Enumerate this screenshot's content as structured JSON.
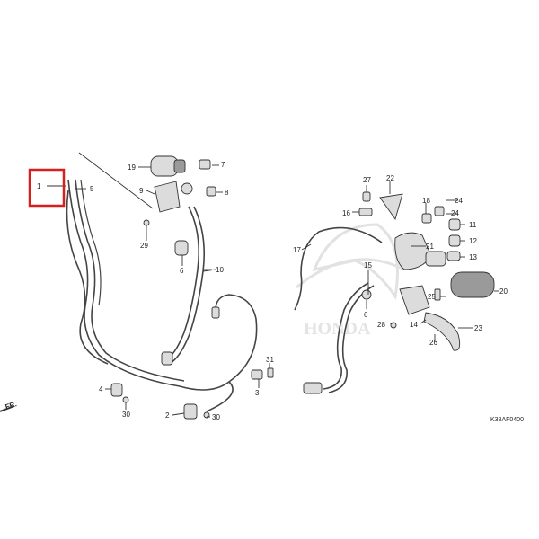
{
  "diagram": {
    "figure_code": "K38AF0400",
    "highlight_color": "#d62020",
    "labels": {
      "n1": "1",
      "n2": "2",
      "n3": "3",
      "n4": "4",
      "n5": "5",
      "n6a": "6",
      "n6b": "6",
      "n7": "7",
      "n8": "8",
      "n9": "9",
      "n10": "10",
      "n11": "11",
      "n12": "12",
      "n13": "13",
      "n14": "14",
      "n15": "15",
      "n16": "16",
      "n17": "17",
      "n18": "18",
      "n19": "19",
      "n20": "20",
      "n21": "21",
      "n22": "22",
      "n23": "23",
      "n24a": "24",
      "n24b": "24",
      "n25": "25",
      "n26": "26",
      "n27": "27",
      "n28": "28",
      "n29": "29",
      "n30a": "30",
      "n30b": "30",
      "n31": "31",
      "edge": "FR."
    },
    "watermark": "HONDA"
  }
}
